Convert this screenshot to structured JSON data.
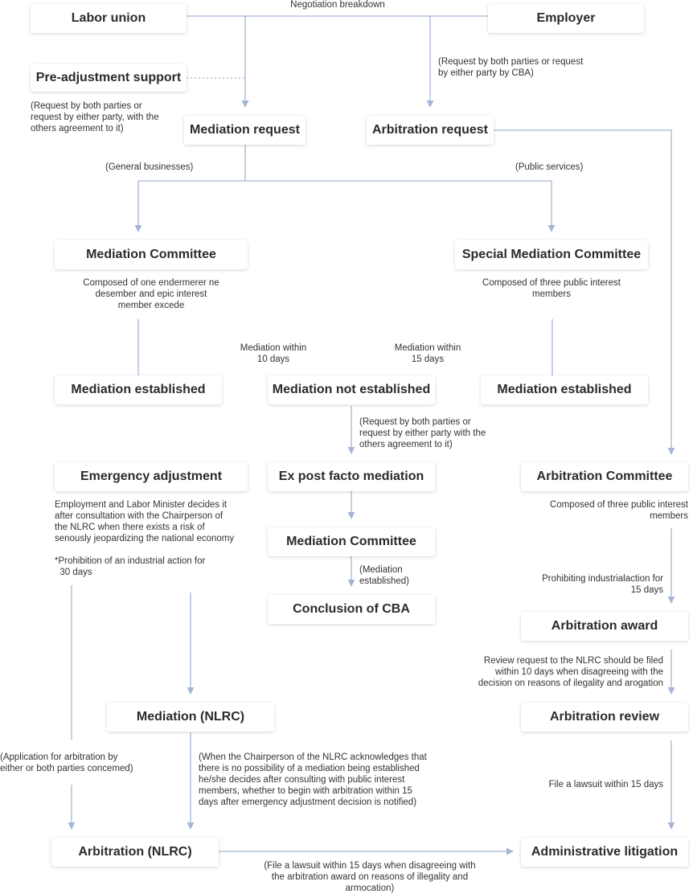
{
  "nodes": {
    "labor_union": "Labor union",
    "employer": "Employer",
    "pre_adjustment": "Pre-adjustment support",
    "mediation_request": "Mediation request",
    "arbitration_request": "Arbitration request",
    "mediation_committee": "Mediation Committee",
    "special_mediation_committee": "Special Mediation Committee",
    "mediation_established_left": "Mediation established",
    "mediation_not_established": "Mediation not established",
    "mediation_established_right": "Mediation established",
    "emergency_adjustment": "Emergency adjustment",
    "ex_post_facto": "Ex post facto mediation",
    "arbitration_committee": "Arbitration Committee",
    "mediation_committee_2": "Mediation Committee",
    "arbitration_award": "Arbitration award",
    "conclusion_cba": "Conclusion of CBA",
    "mediation_nlrc": "Mediation (NLRC)",
    "arbitration_review": "Arbitration review",
    "arbitration_nlrc": "Arbitration (NLRC)",
    "administrative_litigation": "Administrative litigation"
  },
  "notes": {
    "negotiation_breakdown": "Negotiation breakdown",
    "employer_request": "(Request by both parties or request\nby either party by CBA)",
    "union_request": "(Request by both parties or\nrequest by either party, with the\nothers agreement to it)",
    "general_businesses": "(General businesses)",
    "public_services": "(Public services)",
    "mediation_committee_desc": "Composed of one endermerer ne\ndesember and epic interest\nmember excede",
    "special_committee_desc": "Composed of three public interest\nmembers",
    "mediation_10_days": "Mediation within\n10 days",
    "mediation_15_days": "Mediation within\n15 days",
    "ex_post_request": "(Request by both parties or\nrequest by either party with the\nothers agreement to it)",
    "emergency_desc": "Employment and Labor Minister decides it\nafter consultation with the Chairperson of\nthe NLRC when there exists a risk of\nsenously jeopardizing the national economy\n\n*Prohibition of an industrial action for\n  30 days",
    "arbitration_committee_desc": "Composed of three public interest\nmembers",
    "mediation_established_note": "(Mediation\nestablished)",
    "prohibiting_15_days": "Prohibiting industrialaction for\n15 days",
    "review_request": "Review request to the NLRC should be filed\nwithin 10 days when disagreeing with the\ndecision on reasons of ilegality and arogation",
    "application_arbitration": "(Application for arbitration by\neither or both parties concemed)",
    "chairperson_note": "(When the Chairperson of the NLRC acknowledges that\nthere is no possibility of a mediation being established\nhe/she decides after consulting with public interest\nmembers, whether to begin with arbitration within 15\ndays after emergency adjustment decision is notified)",
    "lawsuit_15_days": "File a lawsuit within 15 days",
    "lawsuit_disagree": "(File a lawsuit within 15 days when disagreeing with\nthe arbitration award on reasons of illegality and\narmocation)"
  },
  "colors": {
    "connector": "#a4b6d6",
    "box_text": "#2b2b2b",
    "note_text": "#333333"
  }
}
